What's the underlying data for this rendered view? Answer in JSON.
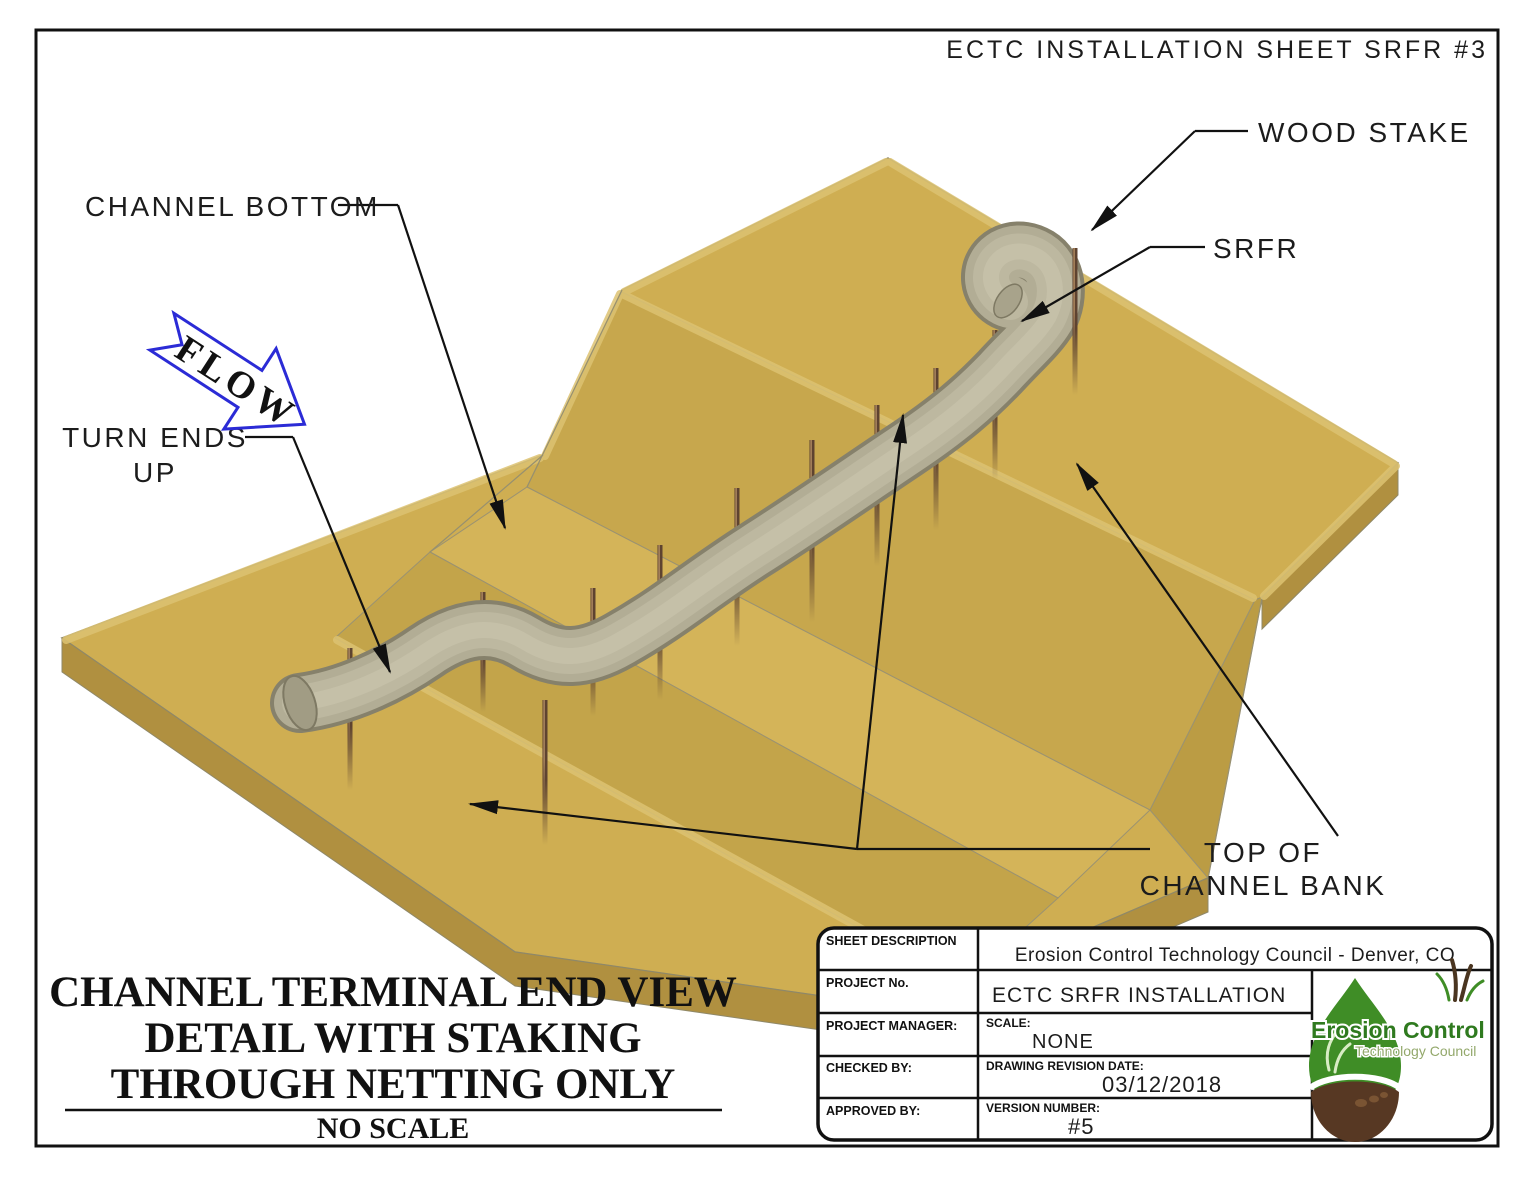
{
  "page": {
    "header": "ECTC  INSTALLATION  SHEET  SRFR  #3",
    "title_line1": "CHANNEL TERMINAL END VIEW",
    "title_line2": "DETAIL WITH STAKING",
    "title_line3": "THROUGH NETTING ONLY",
    "scale_note": "NO SCALE"
  },
  "diagram_labels": {
    "channel_bottom": "CHANNEL  BOTTOM",
    "wood_stake": "WOOD  STAKE",
    "srfr": "SRFR",
    "turn_ends_line1": "TURN  ENDS",
    "turn_ends_line2": "UP",
    "flow": "FLOW",
    "top_of_bank_line1": "TOP  OF",
    "top_of_bank_line2": "CHANNEL  BANK"
  },
  "title_block": {
    "sheet_description_label": "SHEET  DESCRIPTION",
    "sheet_description_value": "Erosion  Control  Technology  Council  -  Denver,  CO",
    "project_no_label": "PROJECT  No.",
    "project_no_value": "ECTC  SRFR  INSTALLATION",
    "project_manager_label": "PROJECT  MANAGER:",
    "scale_label": "SCALE:",
    "scale_value": "NONE",
    "checked_by_label": "CHECKED  BY:",
    "revision_date_label": "DRAWING  REVISION  DATE:",
    "revision_date_value": "03/12/2018",
    "approved_by_label": "APPROVED  BY:",
    "version_label": "VERSION  NUMBER:",
    "version_value": "#5"
  },
  "logo": {
    "name_line1": "Erosion Control",
    "name_line2": "Technology Council"
  },
  "colors": {
    "flow_arrow_blue": "#2b2bd6",
    "terrain_tan": "#cfae52",
    "terrain_slope": "#c7a74d",
    "terrain_side": "#b09040",
    "roll_gray": "#b2ad95",
    "stake_brown": "#5e4330",
    "logo_green": "#2f7a1f",
    "logo_brown": "#573823",
    "line_black": "#111111"
  }
}
